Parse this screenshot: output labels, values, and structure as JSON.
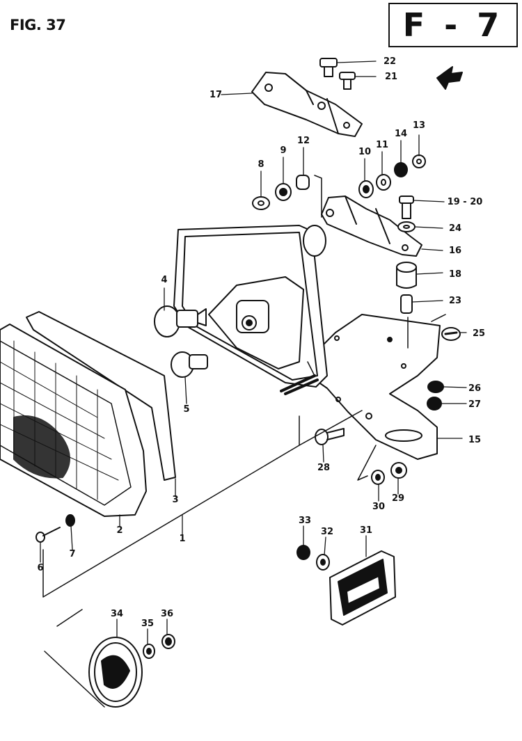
{
  "figure": {
    "label": "FIG. 37",
    "code": "F - 7"
  },
  "parts": [
    {
      "num": "1"
    },
    {
      "num": "2"
    },
    {
      "num": "3"
    },
    {
      "num": "4"
    },
    {
      "num": "5"
    },
    {
      "num": "6"
    },
    {
      "num": "7"
    },
    {
      "num": "8"
    },
    {
      "num": "9"
    },
    {
      "num": "10"
    },
    {
      "num": "11"
    },
    {
      "num": "12"
    },
    {
      "num": "13"
    },
    {
      "num": "14"
    },
    {
      "num": "15"
    },
    {
      "num": "16"
    },
    {
      "num": "17"
    },
    {
      "num": "18"
    },
    {
      "num": "19 - 20"
    },
    {
      "num": "21"
    },
    {
      "num": "22"
    },
    {
      "num": "23"
    },
    {
      "num": "24"
    },
    {
      "num": "25"
    },
    {
      "num": "26"
    },
    {
      "num": "27"
    },
    {
      "num": "28"
    },
    {
      "num": "29"
    },
    {
      "num": "30"
    },
    {
      "num": "31"
    },
    {
      "num": "32"
    },
    {
      "num": "33"
    },
    {
      "num": "34"
    },
    {
      "num": "35"
    },
    {
      "num": "36"
    }
  ],
  "colors": {
    "ink": "#111111",
    "paper": "#ffffff"
  }
}
